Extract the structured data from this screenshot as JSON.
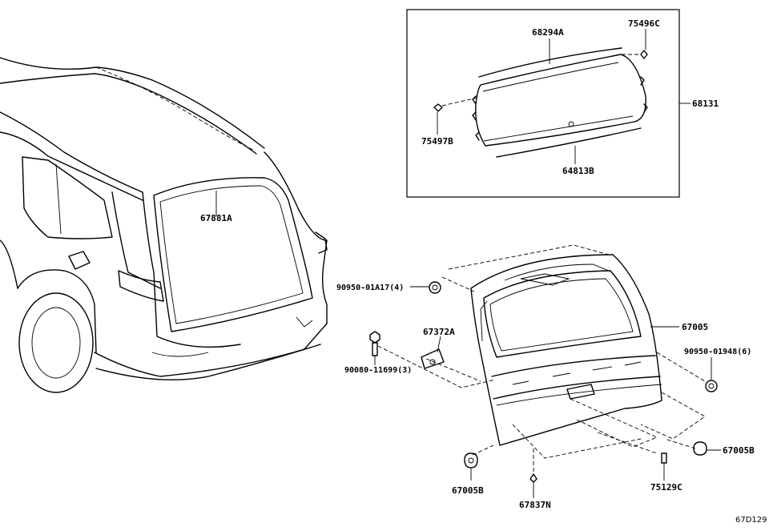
{
  "diagram": {
    "code": "67D129",
    "parts": {
      "p68294A": "68294A",
      "p75496C": "75496C",
      "p68131": "68131",
      "p75497B": "75497B",
      "p64813B": "64813B",
      "p67881A": "67881A",
      "p90950_01A17": "90950-01A17(4)",
      "p67005": "67005",
      "p67372A": "67372A",
      "p90950_01948": "90950-01948(6)",
      "p90080_11699": "90080-11699(3)",
      "p67005B_right": "67005B",
      "p67005B_left": "67005B",
      "p75129C": "75129C",
      "p67837N": "67837N"
    }
  }
}
